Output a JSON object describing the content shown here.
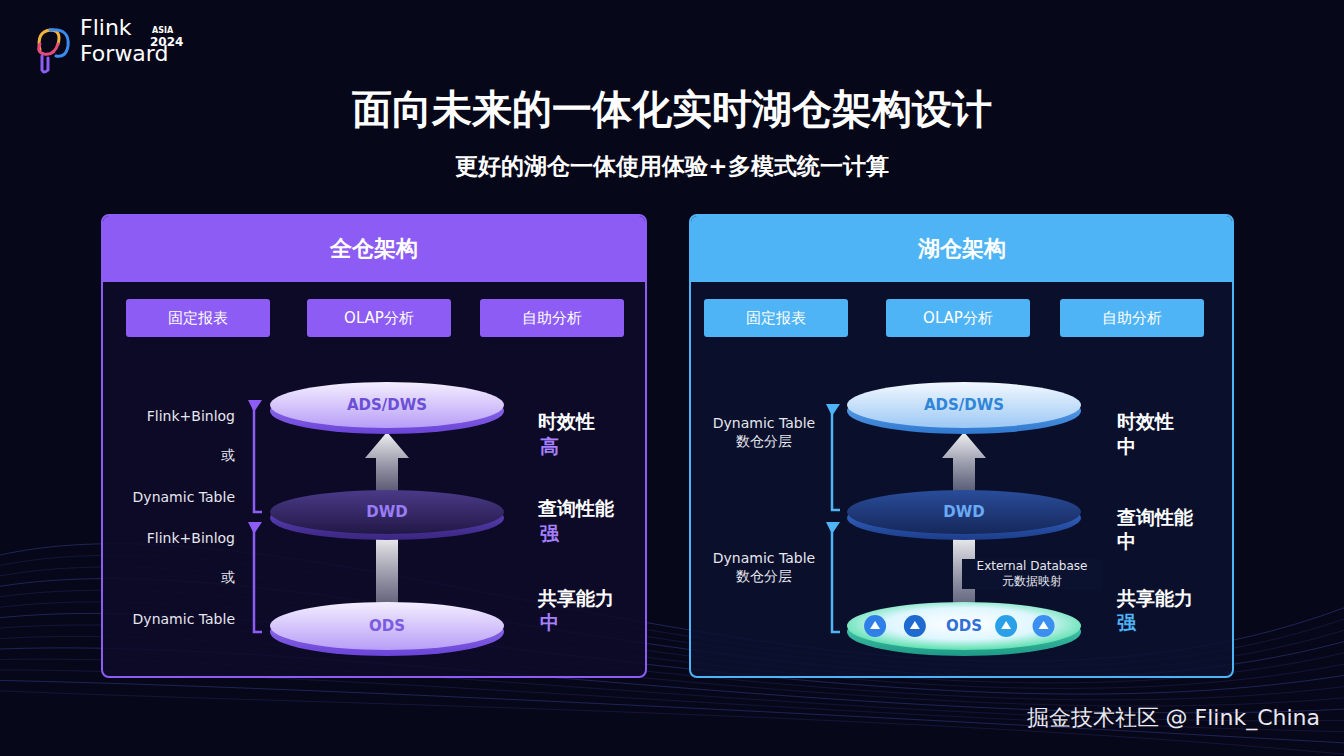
{
  "diagram": {
    "title": "面向未来的一体化实时湖仓架构设计",
    "nodes": [
      {
        "text": [
          "全仓架构"
        ]
      },
      {
        "text": [
          "固定报表"
        ],
        "in": 0
      },
      {
        "text": [
          "OLAP分析"
        ],
        "in": 0
      },
      {
        "text": [
          "自助分析"
        ],
        "in": 0
      },
      {
        "text": [
          "ADS/DWS"
        ],
        "in": 0
      },
      {
        "text": [
          "DWD"
        ],
        "in": 0
      },
      {
        "text": [
          "ODS"
        ],
        "in": 0
      },
      {
        "text": [
          "湖仓架构"
        ]
      },
      {
        "text": [
          "固定报表"
        ],
        "in": 7
      },
      {
        "text": [
          "OLAP分析"
        ],
        "in": 7
      },
      {
        "text": [
          "自助分析"
        ],
        "in": 7
      },
      {
        "text": [
          "ADS/DWS"
        ],
        "in": 7
      },
      {
        "text": [
          "DWD"
        ],
        "in": 7
      },
      {
        "text": [
          "ODS"
        ],
        "in": 7
      }
    ],
    "edges": [
      {
        "from": 6,
        "to": 5,
        "arrow": "none"
      },
      {
        "from": 5,
        "to": 4,
        "arrow": "to"
      },
      {
        "from": 13,
        "to": 12,
        "arrow": "none"
      },
      {
        "from": 12,
        "to": 11,
        "arrow": "to"
      }
    ],
    "labels": [
      "Flink",
      "Forward",
      "ASIA",
      "2024",
      "更好的湖仓一体使用体验+多模式统一计算",
      "Flink+Binlog",
      "或",
      "Dynamic Table",
      "Flink+Binlog",
      "或",
      "Dynamic Table",
      "时效性",
      "高",
      "查询性能",
      "强",
      "共享能力",
      "中",
      "Dynamic Table 数仓分层",
      "Dynamic Table 数仓分层",
      "External Database 元数据映射",
      "时效性",
      "中",
      "查询性能",
      "中",
      "共享能力",
      "强",
      "掘金技术社区 @ Flink_China"
    ]
  }
}
